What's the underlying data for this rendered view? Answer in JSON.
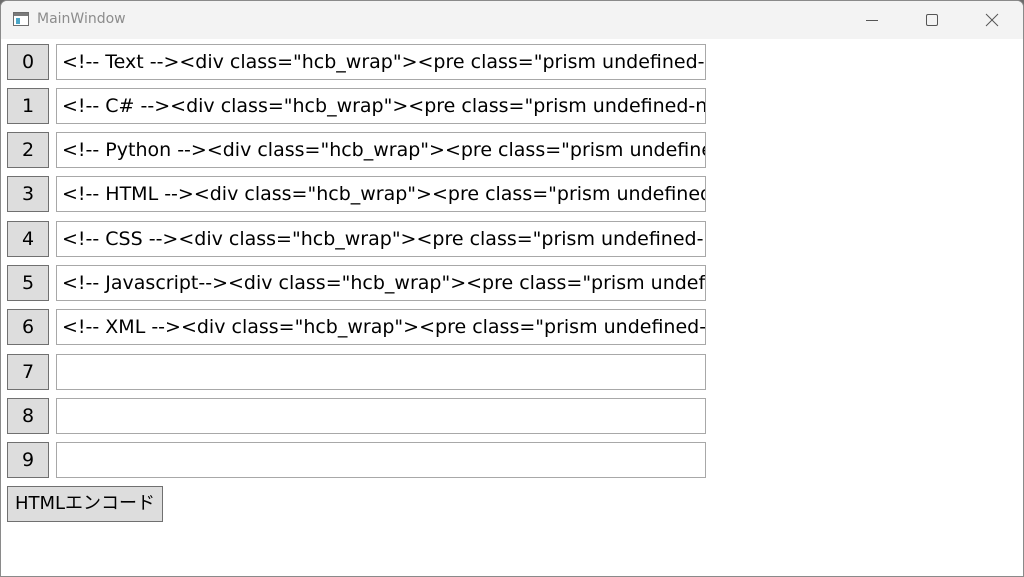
{
  "window": {
    "title": "MainWindow",
    "title_color": "#8c8c8c",
    "controls": {
      "minimize_icon": "minimize-icon",
      "maximize_icon": "maximize-icon",
      "close_icon": "close-icon"
    }
  },
  "rows": [
    {
      "button_label": "0",
      "value": "<!-- Text --><div class=\"hcb_wrap\"><pre class=\"prism undefined-numbers"
    },
    {
      "button_label": "1",
      "value": "<!-- C# --><div class=\"hcb_wrap\"><pre class=\"prism undefined-numbers"
    },
    {
      "button_label": "2",
      "value": "<!-- Python --><div class=\"hcb_wrap\"><pre class=\"prism undefined-numbers"
    },
    {
      "button_label": "3",
      "value": "<!-- HTML --><div class=\"hcb_wrap\"><pre class=\"prism undefined-numbers"
    },
    {
      "button_label": "4",
      "value": "<!-- CSS --><div class=\"hcb_wrap\"><pre class=\"prism undefined-numbers"
    },
    {
      "button_label": "5",
      "value": "<!-- Javascript--><div class=\"hcb_wrap\"><pre class=\"prism undefined-numbers"
    },
    {
      "button_label": "6",
      "value": "<!-- XML --><div class=\"hcb_wrap\"><pre class=\"prism undefined-numbers"
    },
    {
      "button_label": "7",
      "value": ""
    },
    {
      "button_label": "8",
      "value": ""
    },
    {
      "button_label": "9",
      "value": ""
    }
  ],
  "encode_button": {
    "label": "HTMLエンコード"
  },
  "colors": {
    "button_bg": "#dddddd",
    "button_border": "#707070",
    "input_border": "#a8a8a8",
    "titlebar_bg": "#f3f3f3"
  }
}
